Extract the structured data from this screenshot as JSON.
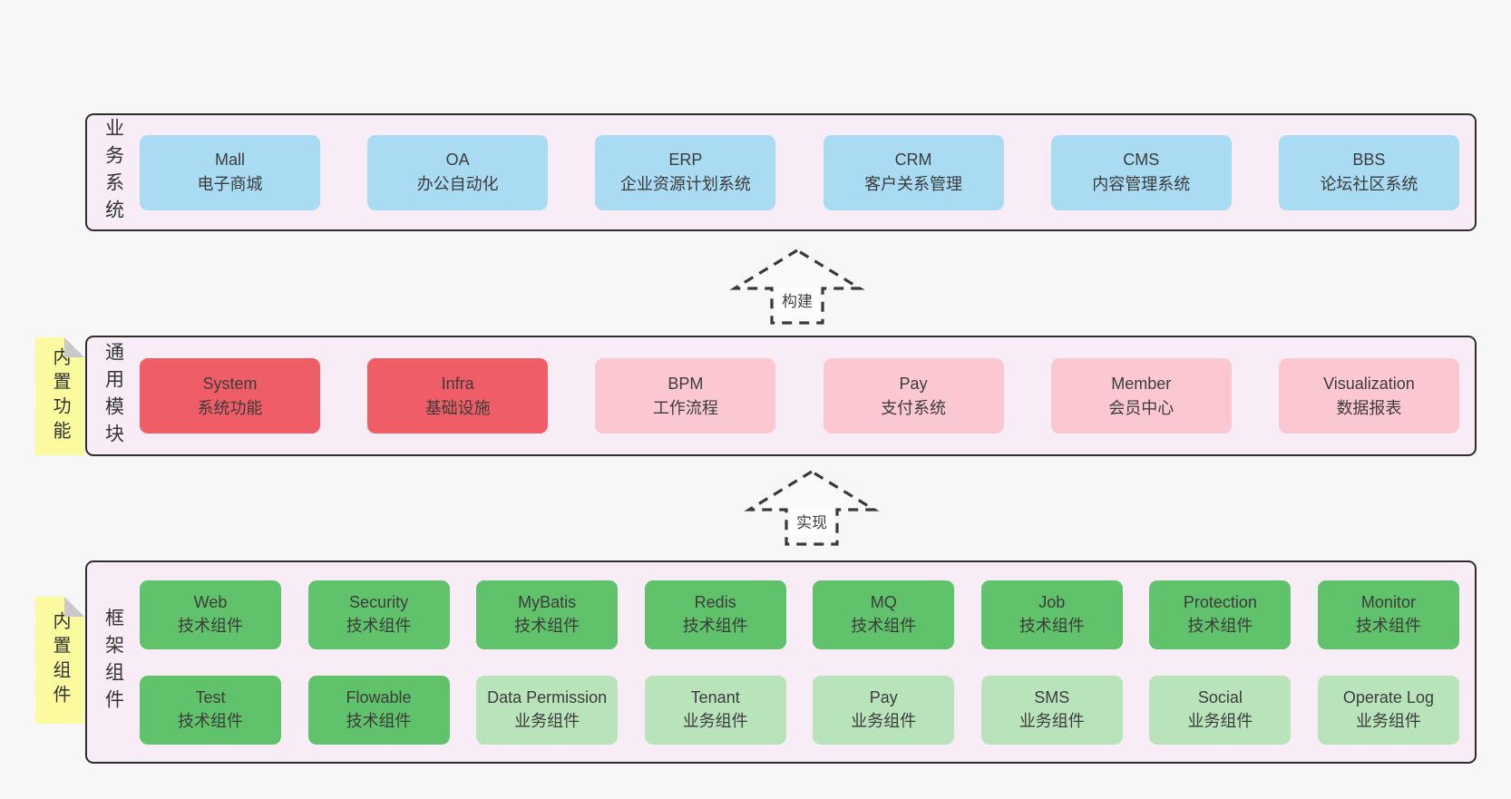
{
  "colors": {
    "page_bg": "#f7f7f7",
    "panel_bg": "#f8edf6",
    "panel_border": "#2d2d2d",
    "blue_box": "#a9dbf2",
    "red_box": "#ef5d67",
    "pink_box": "#fbc8d2",
    "green_dark_box": "#60c26a",
    "green_light_box": "#b9e4bb",
    "note_yellow": "#fbfa9f",
    "note_fold": "#c9c9c9",
    "text": "#3b3b3b"
  },
  "arrows": {
    "build": "构建",
    "implement": "实现"
  },
  "business": {
    "label": "业务系统",
    "boxes": [
      {
        "title": "Mall",
        "subtitle": "电子商城"
      },
      {
        "title": "OA",
        "subtitle": "办公自动化"
      },
      {
        "title": "ERP",
        "subtitle": "企业资源计划系统"
      },
      {
        "title": "CRM",
        "subtitle": "客户关系管理"
      },
      {
        "title": "CMS",
        "subtitle": "内容管理系统"
      },
      {
        "title": "BBS",
        "subtitle": "论坛社区系统"
      }
    ]
  },
  "modules": {
    "label": "通用模块",
    "note": "内置功能",
    "boxes": [
      {
        "title": "System",
        "subtitle": "系统功能"
      },
      {
        "title": "Infra",
        "subtitle": "基础设施"
      },
      {
        "title": "BPM",
        "subtitle": "工作流程"
      },
      {
        "title": "Pay",
        "subtitle": "支付系统"
      },
      {
        "title": "Member",
        "subtitle": "会员中心"
      },
      {
        "title": "Visualization",
        "subtitle": "数据报表"
      }
    ]
  },
  "framework": {
    "label": "框架组件",
    "note": "内置组件",
    "rows": [
      [
        {
          "title": "Web",
          "subtitle": "技术组件"
        },
        {
          "title": "Security",
          "subtitle": "技术组件"
        },
        {
          "title": "MyBatis",
          "subtitle": "技术组件"
        },
        {
          "title": "Redis",
          "subtitle": "技术组件"
        },
        {
          "title": "MQ",
          "subtitle": "技术组件"
        },
        {
          "title": "Job",
          "subtitle": "技术组件"
        },
        {
          "title": "Protection",
          "subtitle": "技术组件"
        },
        {
          "title": "Monitor",
          "subtitle": "技术组件"
        }
      ],
      [
        {
          "title": "Test",
          "subtitle": "技术组件"
        },
        {
          "title": "Flowable",
          "subtitle": "技术组件"
        },
        {
          "title": "Data Permission",
          "subtitle": "业务组件"
        },
        {
          "title": "Tenant",
          "subtitle": "业务组件"
        },
        {
          "title": "Pay",
          "subtitle": "业务组件"
        },
        {
          "title": "SMS",
          "subtitle": "业务组件"
        },
        {
          "title": "Social",
          "subtitle": "业务组件"
        },
        {
          "title": "Operate Log",
          "subtitle": "业务组件"
        }
      ]
    ]
  }
}
